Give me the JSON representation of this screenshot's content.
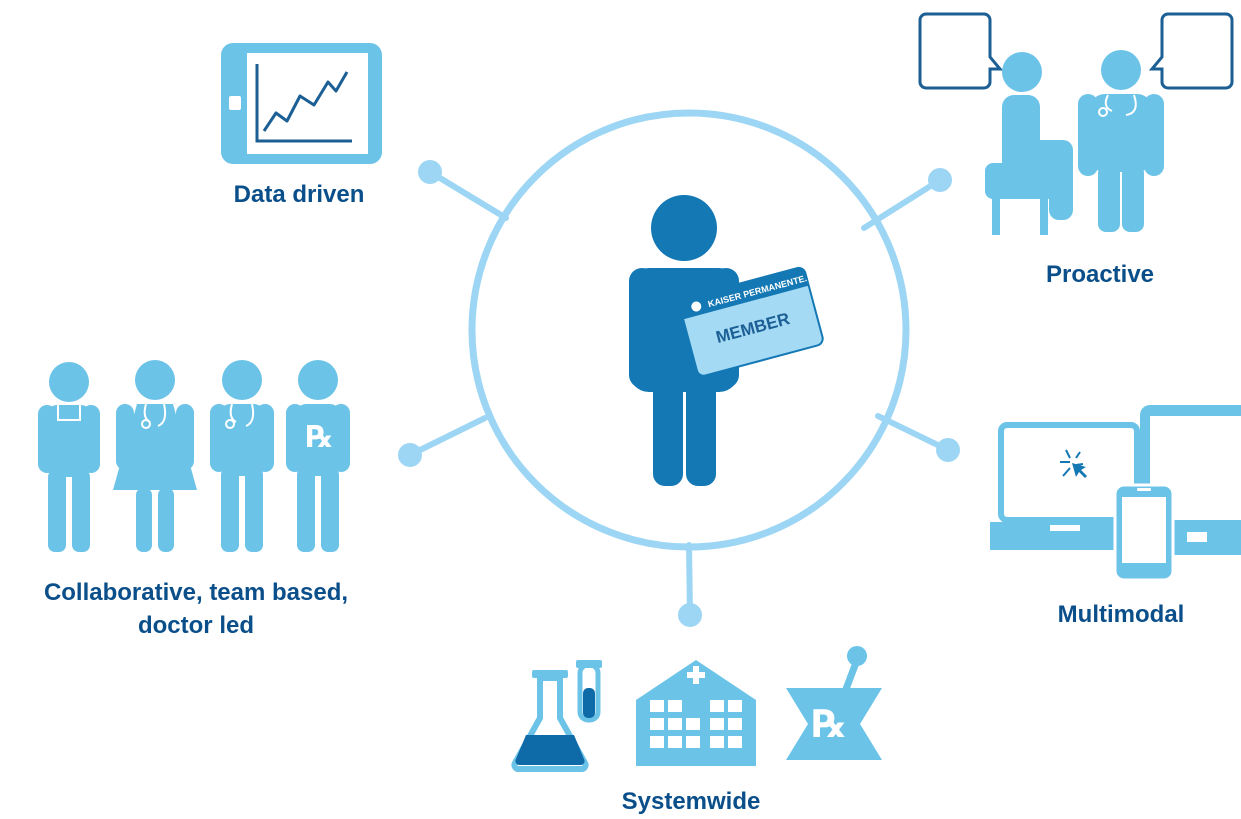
{
  "labels": {
    "data_driven": "Data driven",
    "proactive": "Proactive",
    "collaborative_line1": "Collaborative, team based,",
    "collaborative_line2": "doctor led",
    "multimodal": "Multimodal",
    "systemwide": "Systemwide"
  },
  "card": {
    "brand": "KAISER PERMANENTE.",
    "member": "MEMBER"
  },
  "rx_symbol": "℞",
  "icons": {
    "center": "member-person-icon",
    "data_driven": "tablet-chart-icon",
    "proactive": "doctor-patient-conversation-icon",
    "collaborative": "care-team-icon",
    "multimodal": "devices-icon",
    "systemwide": "lab-hospital-pharmacy-icon"
  },
  "colors": {
    "dark_blue": "#1478b4",
    "light_blue": "#6cc3e8",
    "pale_blue": "#9dd6f4",
    "text_blue": "#0b4f8a",
    "outline_blue": "#1b5f95"
  }
}
